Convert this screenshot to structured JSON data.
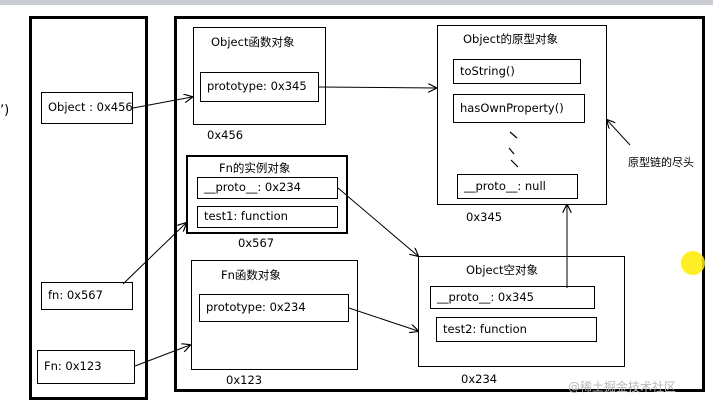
{
  "left_glyph": "ʼ)",
  "stack": {
    "object_var": "Object : 0x456",
    "fn_var": "fn: 0x567",
    "Fn_var": "Fn: 0x123"
  },
  "object_function": {
    "title": "Object函数对象",
    "prototype": "prototype: 0x345",
    "address": "0x456"
  },
  "object_prototype": {
    "title": "Object的原型对象",
    "tostring": "toString()",
    "hasownproperty": "hasOwnProperty()",
    "proto": "__proto__: null",
    "address": "0x345"
  },
  "fn_instance": {
    "title": "Fn的实例对象",
    "proto": "__proto__: 0x234",
    "test1": "test1: function",
    "address": "0x567"
  },
  "fn_function": {
    "title": "Fn函数对象",
    "prototype": "prototype: 0x234",
    "address": "0x123"
  },
  "object_empty": {
    "title": "Object空对象",
    "proto": "__proto__: 0x345",
    "test2": "test2: function",
    "address": "0x234"
  },
  "chain_end_note": "原型链的尽头",
  "watermark": "@稀土掘金技术社区",
  "colors": {
    "cursor": "#ffeb00",
    "topbar": "#c9ccd1"
  }
}
